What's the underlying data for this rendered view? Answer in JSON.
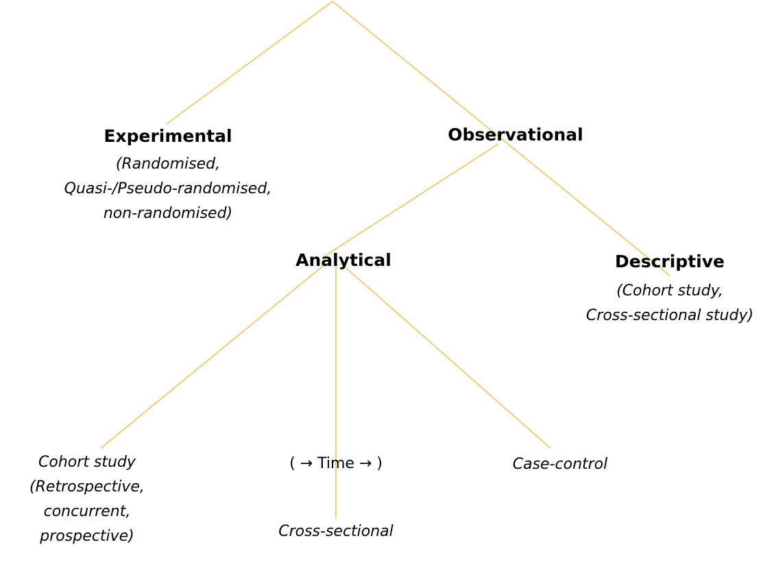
{
  "edge_color": "#f2c14e",
  "nodes": {
    "experimental": {
      "title": "Experimental",
      "sub": [
        "(Randomised,",
        "Quasi-/Pseudo-randomised,",
        "non-randomised)"
      ]
    },
    "observational": {
      "title": "Observational"
    },
    "analytical": {
      "title": "Analytical"
    },
    "descriptive": {
      "title": "Descriptive",
      "sub": [
        "(Cohort study,",
        "Cross-sectional study)"
      ]
    },
    "cohort": {
      "lines": [
        "Cohort study",
        "(Retrospective,",
        "concurrent,",
        "prospective)"
      ]
    },
    "time": {
      "label": "( → Time → )"
    },
    "case_control": {
      "label": "Case-control"
    },
    "cross_sectional": {
      "label": "Cross-sectional"
    }
  }
}
